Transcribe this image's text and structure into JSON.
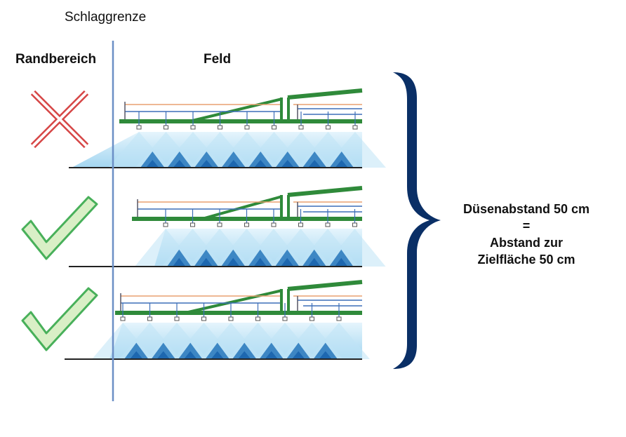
{
  "labels": {
    "schlaggrenze": "Schlaggrenze",
    "randbereich": "Randbereich",
    "feld": "Feld"
  },
  "note": {
    "line1": "Düsenabstand 50 cm",
    "line2": "=",
    "line3": "Abstand zur",
    "line4": "Zielfläche 50 cm"
  },
  "rows": [
    {
      "status": "wrong",
      "marker_icon": "red-cross-icon"
    },
    {
      "status": "correct",
      "marker_icon": "green-check-icon"
    },
    {
      "status": "correct",
      "marker_icon": "green-check-icon"
    }
  ],
  "colors": {
    "field_boundary": "#6b8fc6",
    "boom_green": "#2f8a3a",
    "pipe_orange": "#e8a070",
    "pipe_blue": "#3d6fb8",
    "spray_light": "#bfe3f6",
    "spray_dark": "#1d6fb8",
    "brace": "#0a2f66",
    "cross": "#d64545",
    "check_fill": "#d9efc6",
    "check_stroke": "#48b05a"
  }
}
